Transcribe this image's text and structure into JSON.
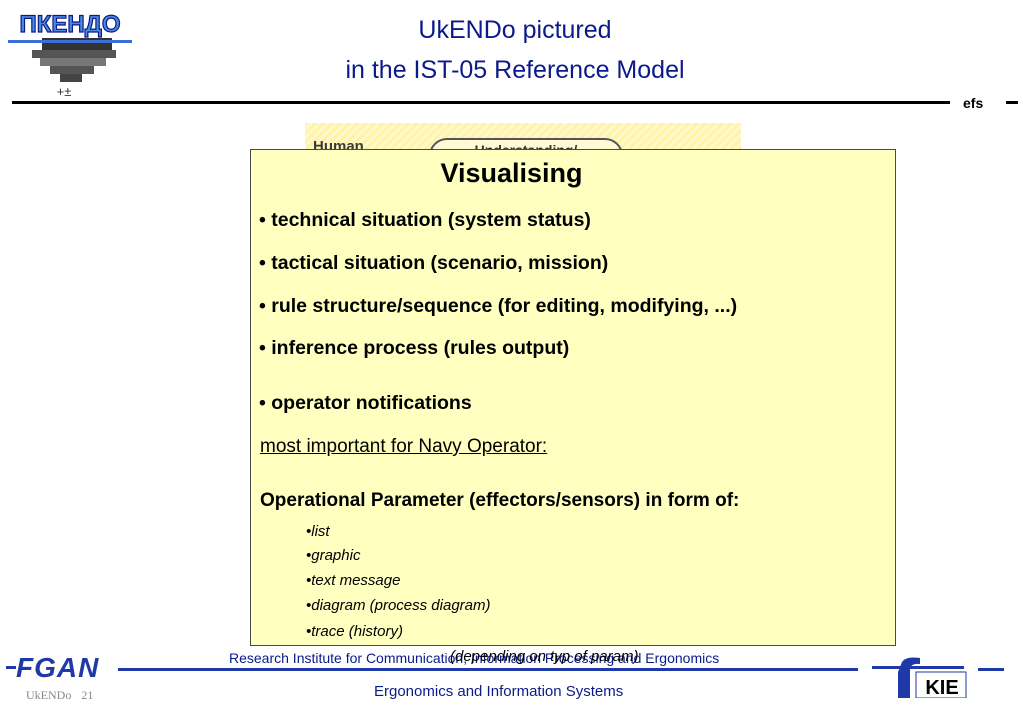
{
  "header": {
    "title_line1": "UkENDo pictured",
    "title_line2": "in the IST-05 Reference Model",
    "efs_label": "efs",
    "logo_text": "ПКЕНДО"
  },
  "background_diagram": {
    "human_label": "Human",
    "pill_label": "Understanding/"
  },
  "panel": {
    "title": "Visualising",
    "bullets": [
      "• technical situation (system status)",
      "• tactical situation (scenario, mission)",
      "• rule structure/sequence (for editing, modifying, ...)",
      "• inference process (rules output)",
      "• operator notifications"
    ],
    "note_underlined": "most important for Navy Operator:",
    "operational_heading": "Operational Parameter (effectors/sensors) in form of:",
    "sub_items": [
      "•list",
      "•graphic",
      "•text message",
      "•diagram (process diagram)",
      "•trace (history)"
    ],
    "depending_note": "(depending on typ of param)"
  },
  "footer": {
    "institute": "Research Institute for Communication, Information Processing and Ergonomics",
    "department": "Ergonomics and Information Systems",
    "fgan_logo": "FGAN",
    "kie_logo": "KIE",
    "slide_label": "UkENDo",
    "page_number": "21"
  },
  "colors": {
    "title_blue": "#0b1a8a",
    "footer_blue": "#1f3aa8",
    "panel_yellow": "#ffffc0"
  }
}
